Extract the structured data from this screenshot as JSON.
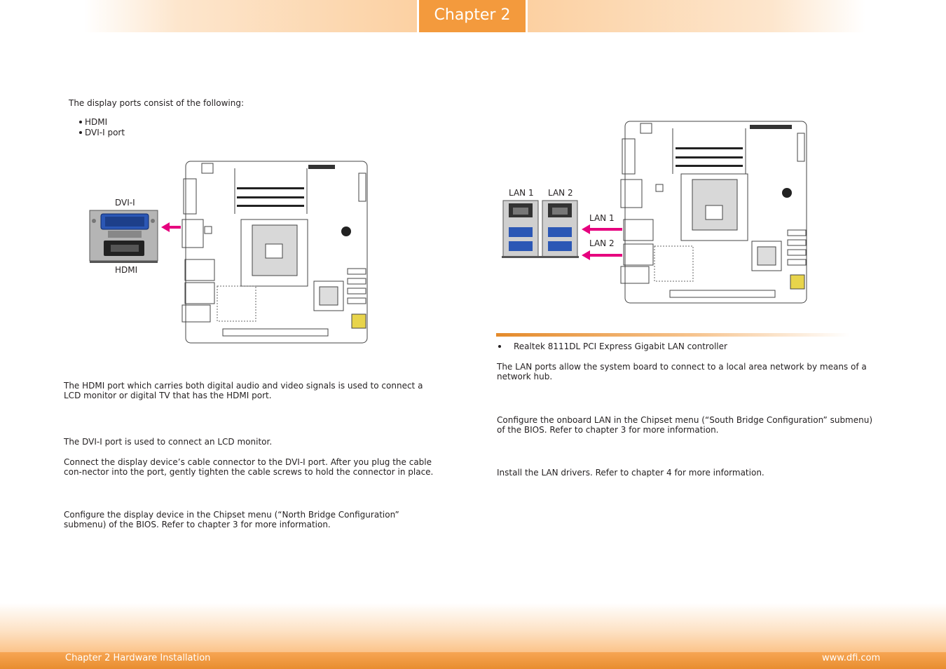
{
  "header": {
    "chapter_tab": "Chapter 2"
  },
  "left": {
    "intro": "The display ports consist of the following:",
    "bullets": [
      "HDMI",
      "DVI-I port"
    ],
    "figure": {
      "label_dvi": "DVI-I",
      "label_hdmi": "HDMI"
    },
    "hdmi_para": "The HDMI port which carries both digital audio and video signals is used to connect a LCD monitor or digital TV that has the HDMI port.",
    "dvi_para": "The DVI-I port is used to connect an LCD monitor.",
    "connect_para": "Connect the display device’s cable connector to the DVI-I port. After you plug the cable con-nector into the port, gently tighten the cable screws to hold the connector in place.",
    "bios_para": "Configure the display device in the Chipset menu (“North Bridge Configuration” submenu) of the BIOS. Refer to chapter 3 for more information."
  },
  "right": {
    "figure": {
      "label_lan1_top": "LAN 1",
      "label_lan2_top": "LAN 2",
      "label_lan1_arrow": "LAN 1",
      "label_lan2_arrow": "LAN 2"
    },
    "feature": "Realtek 8111DL PCI Express Gigabit LAN controller",
    "lan_para": "The LAN ports allow the system board to connect to a local area network by means of a network hub.",
    "bios_para": "Configure the onboard LAN in the Chipset menu (“South Bridge Configuration” submenu) of the BIOS. Refer to chapter 3 for more information.",
    "driver_para": "Install the LAN drivers. Refer to chapter 4 for more information."
  },
  "footer": {
    "left": "Chapter 2 Hardware Installation",
    "right": "www.dfi.com"
  },
  "colors": {
    "accent": "#f39a3d",
    "arrow": "#e6007e"
  }
}
